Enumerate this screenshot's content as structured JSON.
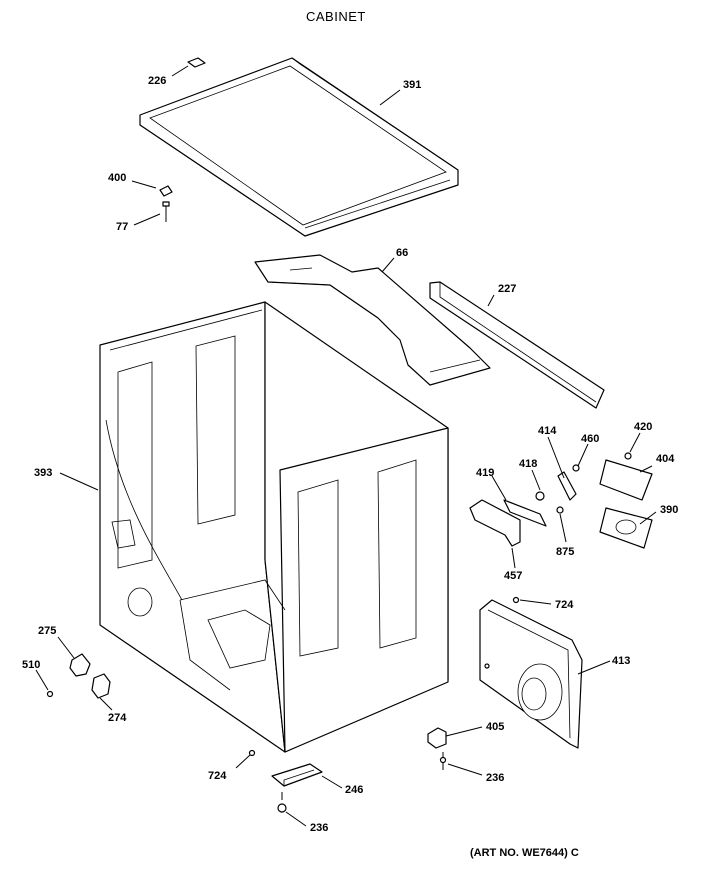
{
  "title": "CABINET",
  "art_no": "(ART NO. WE7644) C",
  "callouts": {
    "p226": "226",
    "p391": "391",
    "p400": "400",
    "p77": "77",
    "p66": "66",
    "p227": "227",
    "p393": "393",
    "p414": "414",
    "p460": "460",
    "p420": "420",
    "p419": "419",
    "p418": "418",
    "p404": "404",
    "p390": "390",
    "p875": "875",
    "p457": "457",
    "p724a": "724",
    "p413": "413",
    "p275": "275",
    "p510": "510",
    "p274": "274",
    "p405": "405",
    "p724b": "724",
    "p236a": "236",
    "p246": "246",
    "p236b": "236"
  }
}
